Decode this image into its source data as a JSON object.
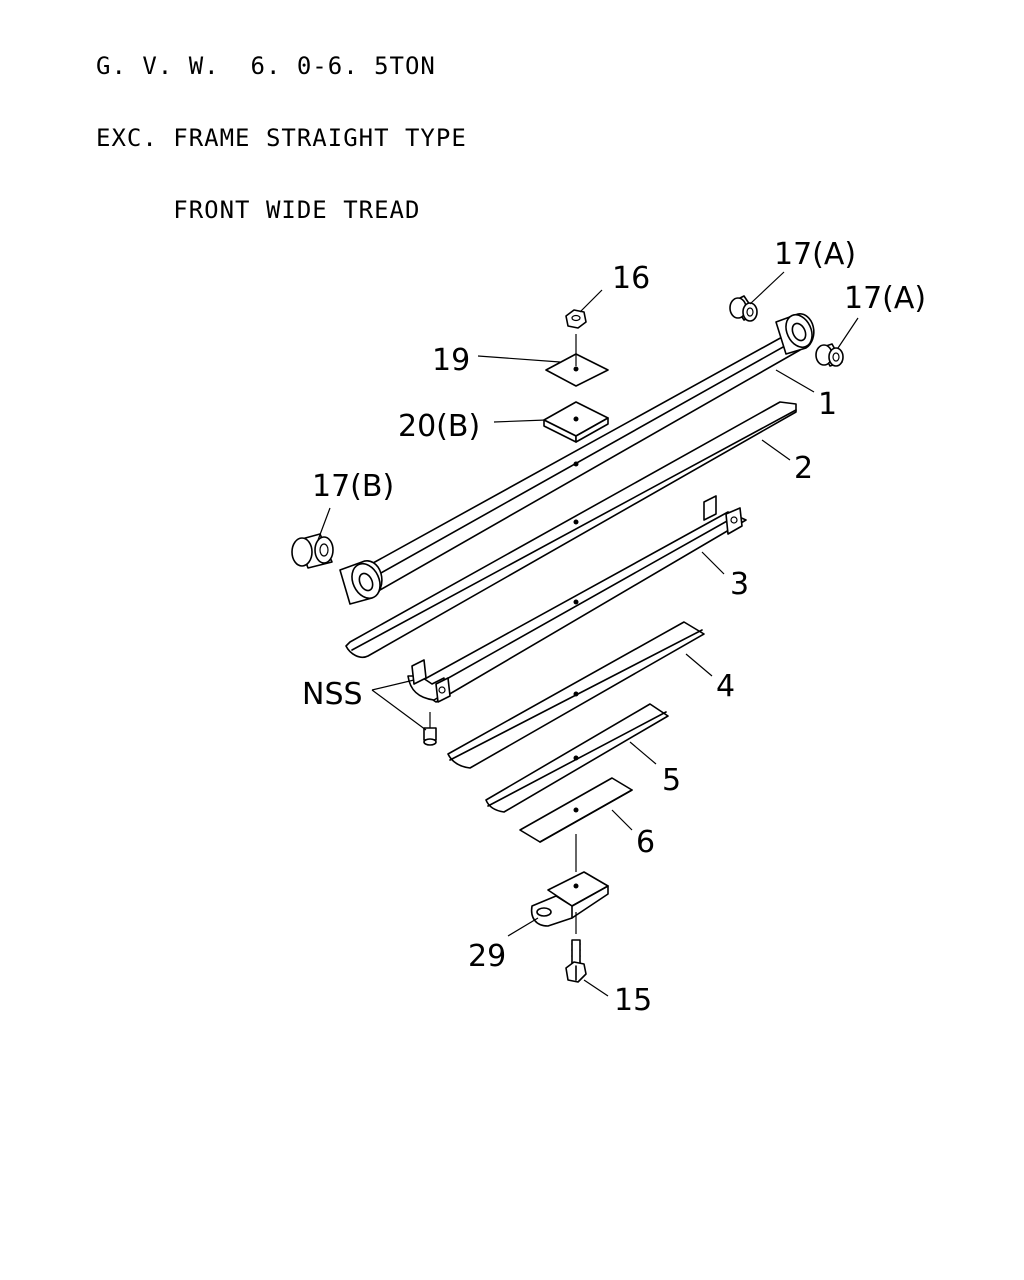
{
  "header": {
    "line1": "G. V. W.  6. 0-6. 5TON",
    "line2": "EXC. FRAME STRAIGHT TYPE",
    "line3": "     FRONT WIDE TREAD"
  },
  "callouts": {
    "p1": "1",
    "p2": "2",
    "p3": "3",
    "p4": "4",
    "p5": "5",
    "p6": "6",
    "p15": "15",
    "p16": "16",
    "p17a_top": "17(A)",
    "p17a_right": "17(A)",
    "p17b": "17(B)",
    "p19": "19",
    "p20b": "20(B)",
    "p29": "29",
    "nss": "NSS"
  }
}
